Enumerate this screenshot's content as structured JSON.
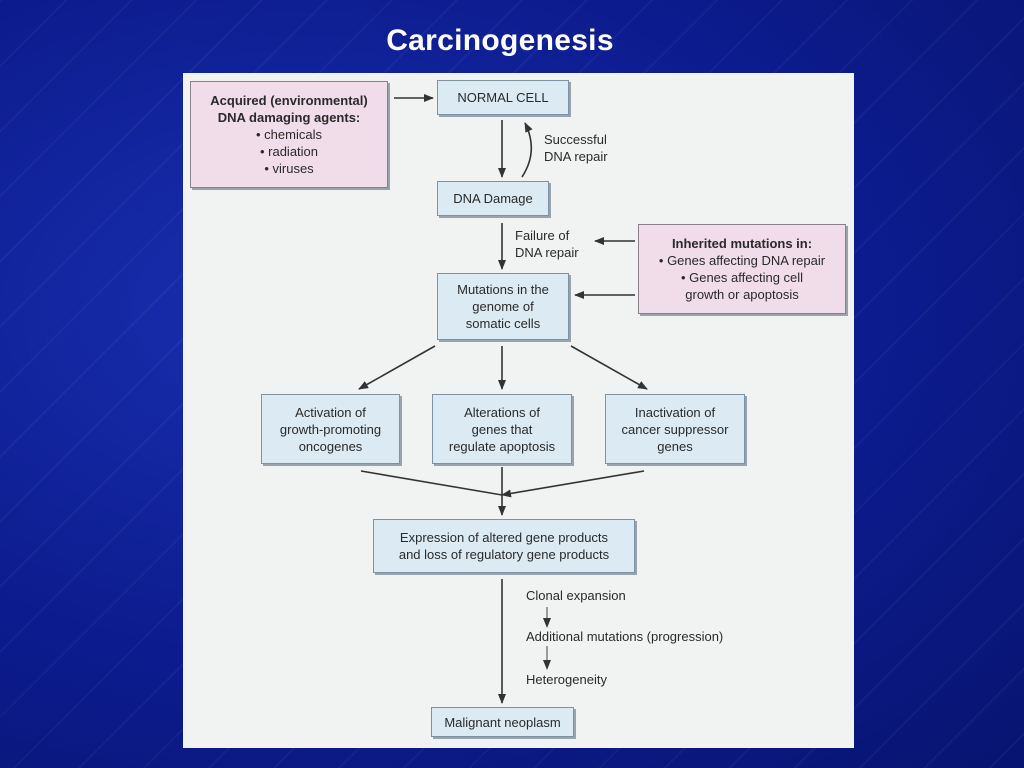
{
  "title": "Carcinogenesis",
  "boxes": {
    "environmental": {
      "heading1": "Acquired (environmental)",
      "heading2": "DNA damaging agents:",
      "items": [
        "• chemicals",
        "• radiation",
        "• viruses"
      ]
    },
    "normal_cell": "NORMAL CELL",
    "dna_damage": "DNA Damage",
    "inherited": {
      "heading": "Inherited mutations in:",
      "lines": [
        "• Genes affecting DNA repair",
        "• Genes affecting cell",
        "growth or apoptosis"
      ]
    },
    "mutations": [
      "Mutations in the",
      "genome of",
      "somatic cells"
    ],
    "activation": [
      "Activation of",
      "growth-promoting",
      "oncogenes"
    ],
    "alterations": [
      "Alterations of",
      "genes that",
      "regulate apoptosis"
    ],
    "inactivation": [
      "Inactivation of",
      "cancer suppressor",
      "genes"
    ],
    "expression": [
      "Expression of altered gene products",
      "and loss of regulatory gene products"
    ],
    "malignant": "Malignant neoplasm"
  },
  "labels": {
    "successful_repair": [
      "Successful",
      "DNA repair"
    ],
    "failure_repair": [
      "Failure of",
      "DNA repair"
    ],
    "clonal_expansion": "Clonal expansion",
    "additional_mutations": "Additional mutations (progression)",
    "heterogeneity": "Heterogeneity"
  }
}
